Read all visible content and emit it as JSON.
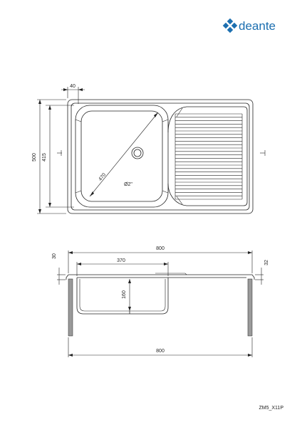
{
  "brand": {
    "name": "deante",
    "color": "#1c6fb0",
    "icon": "deante-logo-icon"
  },
  "top_view": {
    "dim_flange_width": "40",
    "dim_total_height": "500",
    "dim_inner_height": "415",
    "dim_bowl_diagonal": "470",
    "dim_drain_diameter": "Ø2\""
  },
  "side_view": {
    "dim_total_width_top": "800",
    "dim_bowl_width": "370",
    "dim_bowl_depth": "160",
    "dim_flange_left": "30",
    "dim_flange_right": "32",
    "dim_total_width_bottom": "800"
  },
  "product_code": "ZM5_X11P"
}
